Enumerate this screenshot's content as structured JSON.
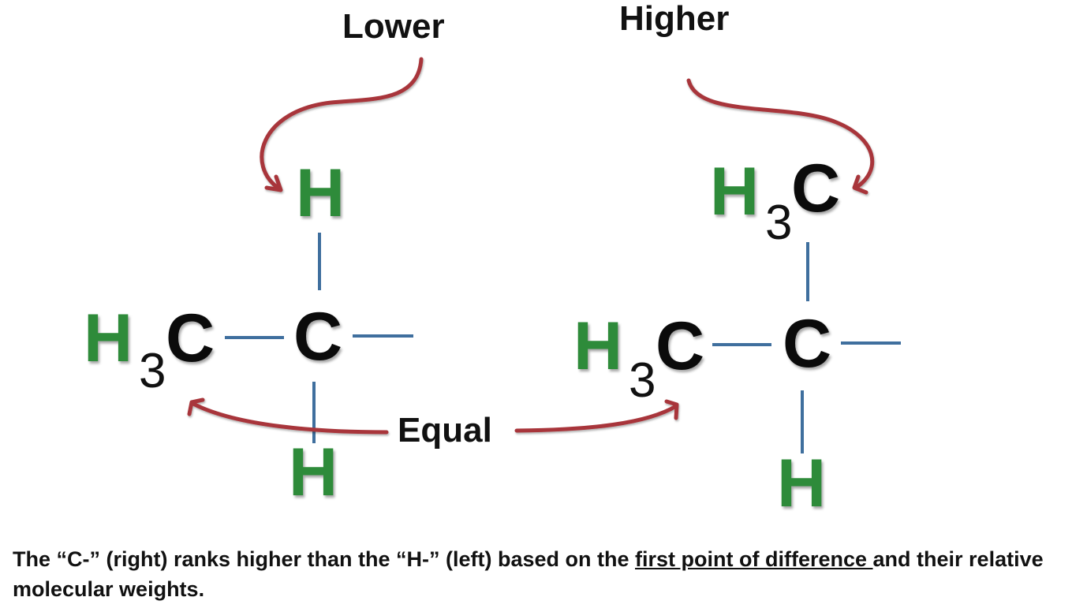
{
  "labels": {
    "lower": "Lower",
    "higher": "Higher",
    "equal": "Equal"
  },
  "left_molecule": {
    "top_atom": "H",
    "left_group_h": "H",
    "left_group_sub": "3",
    "left_group_c": "C",
    "center": "C",
    "bottom_atom": "H"
  },
  "right_molecule": {
    "top_group_h": "H",
    "top_group_sub": "3",
    "top_group_c": "C",
    "left_group_h": "H",
    "left_group_sub": "3",
    "left_group_c": "C",
    "center": "C",
    "bottom_atom": "H"
  },
  "caption": {
    "before": "The “C-” (right) ranks higher than the “H-” (left) based on the ",
    "underlined": "first point of difference ",
    "after": "and their relative molecular weights."
  },
  "colors": {
    "arrow": "#a8363a",
    "bond": "#3f6f9e",
    "hydrogen": "#2e8b3a",
    "carbon": "#0b0b0b"
  }
}
